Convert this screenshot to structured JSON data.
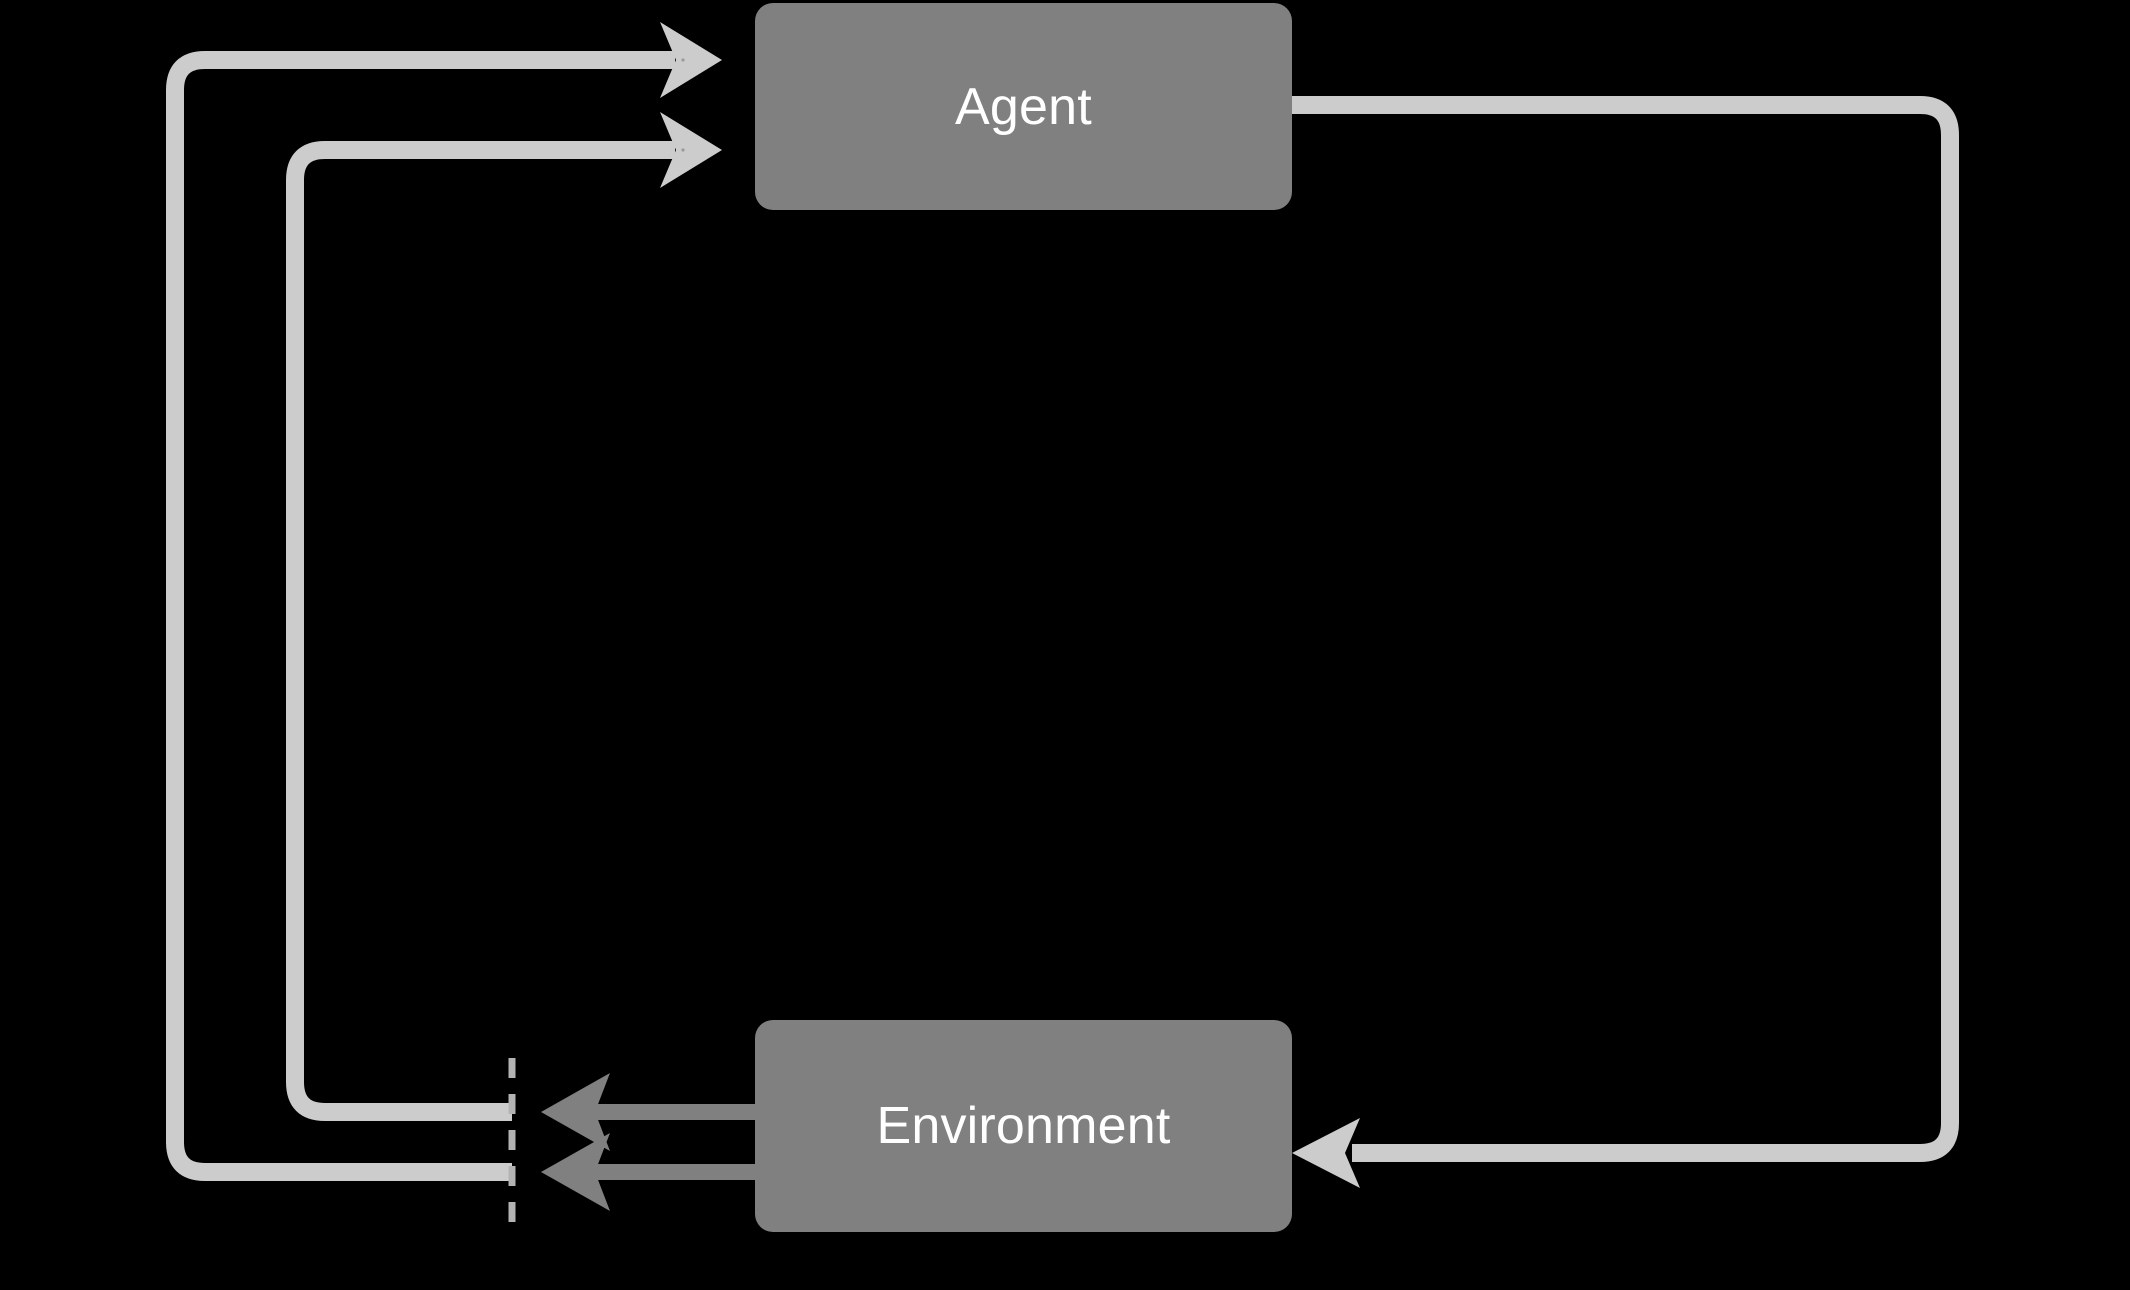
{
  "diagram": {
    "title": "",
    "background_color": "#000000",
    "nodes": [
      {
        "id": "agent",
        "label": "Agent",
        "fill": "#808080",
        "text_color": "#ffffff"
      },
      {
        "id": "environment",
        "label": "Environment",
        "fill": "#808080",
        "text_color": "#ffffff"
      }
    ],
    "edges": [
      {
        "id": "env-to-agent-outer",
        "from": "environment",
        "to": "agent",
        "label": "",
        "color": "#cccccc",
        "style": "solid"
      },
      {
        "id": "env-to-agent-inner",
        "from": "environment",
        "to": "agent",
        "label": "",
        "color": "#cccccc",
        "style": "solid"
      },
      {
        "id": "agent-to-env",
        "from": "agent",
        "to": "environment",
        "label": "",
        "color": "#cccccc",
        "style": "solid"
      },
      {
        "id": "env-out-upper",
        "from": "environment",
        "to": "boundary",
        "label": "",
        "color": "#808080",
        "style": "solid"
      },
      {
        "id": "env-out-lower",
        "from": "environment",
        "to": "boundary",
        "label": "",
        "color": "#808080",
        "style": "solid"
      }
    ],
    "boundary": {
      "id": "time-boundary",
      "label": "",
      "color": "#b3b3b3",
      "style": "dashed"
    }
  },
  "colors": {
    "background": "#000000",
    "node_fill": "#808080",
    "node_text": "#ffffff",
    "light_edge": "#cccccc",
    "dark_edge": "#808080",
    "dashed_line": "#b3b3b3"
  }
}
